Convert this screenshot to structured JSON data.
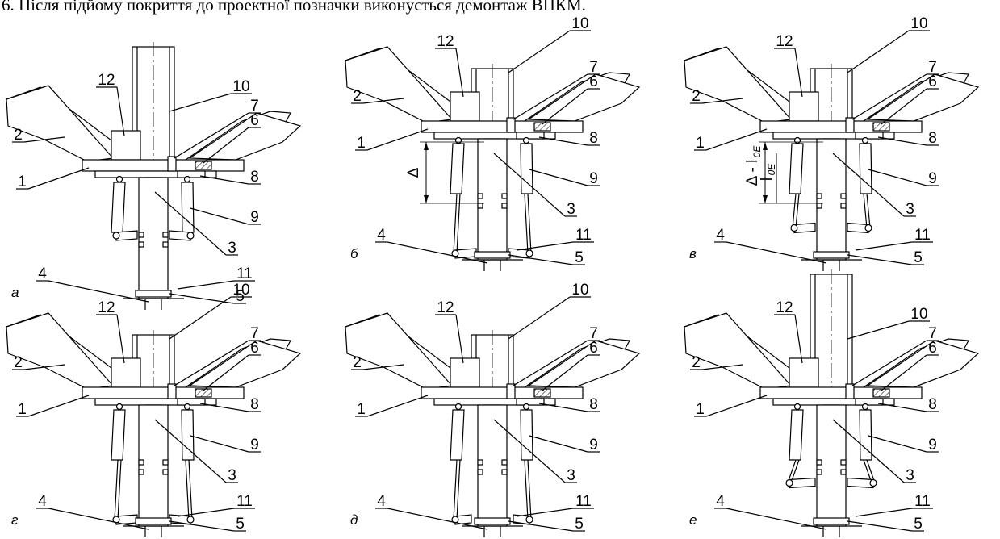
{
  "header_text": "6.   Після підйому покриття до проектної позначки виконується демонтаж ВПКМ.",
  "panels": [
    {
      "caption": "а",
      "extension": 0.0,
      "grip": "down",
      "mast": "tall"
    },
    {
      "caption": "б",
      "extension": 1.0,
      "grip": "down",
      "mast": "short",
      "dimension": "Δ"
    },
    {
      "caption": "в",
      "extension": 0.55,
      "grip": "down",
      "mast": "short",
      "dimension": "Δ - l",
      "dimension_sub": "0E",
      "dimension2": "l",
      "dimension2_sub": "0E"
    },
    {
      "caption": "г",
      "extension": 1.0,
      "grip": "down",
      "mast": "short"
    },
    {
      "caption": "д",
      "extension": 1.0,
      "grip": "open",
      "mast": "short"
    },
    {
      "caption": "е",
      "extension": 0.35,
      "grip": "raised",
      "mast": "tall"
    }
  ],
  "part_labels": {
    "p1": "1",
    "p2": "2",
    "p3": "3",
    "p4": "4",
    "p5": "5",
    "p6": "6",
    "p7": "7",
    "p8": "8",
    "p9": "9",
    "p10": "10",
    "p11": "11",
    "p12": "12"
  },
  "colors": {
    "ink": "#000000",
    "paper": "#ffffff"
  }
}
